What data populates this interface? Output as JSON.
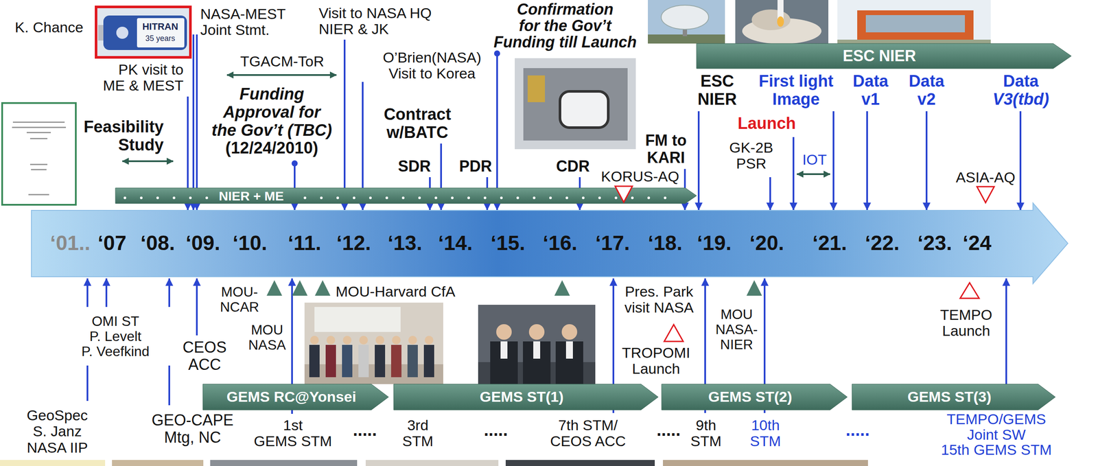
{
  "diagram": {
    "nodes": [
      {
        "text": [
          "ESC NIER"
        ]
      },
      {
        "text": [
          "NIER + ME"
        ]
      },
      {
        "text": [
          "‘01..",
          "‘07",
          "‘08.",
          "‘09.",
          "‘10.",
          "‘11.",
          "‘12.",
          "‘13.",
          "‘14.",
          "‘15.",
          "‘16.",
          "‘17.",
          "‘18.",
          "‘19.",
          "‘20.",
          "‘21.",
          "‘22.",
          "‘23.",
          "‘24"
        ]
      },
      {
        "text": [
          "GEMS RC@Yonsei"
        ]
      },
      {
        "text": [
          "GEMS ST(1)"
        ]
      },
      {
        "text": [
          "GEMS ST(2)"
        ]
      },
      {
        "text": [
          "GEMS ST(3)"
        ]
      }
    ],
    "labels": [
      "K. Chance",
      "HITRAN",
      "35 years",
      "NASA-MEST Joint Stmt.",
      "Visit to NASA HQ NIER & JK",
      "Confirmation for the Gov’t Funding till Launch",
      "PK visit to ME & MEST",
      "TGACM-ToR",
      "O’Brien(NASA) Visit to Korea",
      "Funding Approval for the Gov’t (TBC) (12/24/2010)",
      "ESC NIER",
      "First light Image",
      "Data v1",
      "Data v2",
      "Data V3(tbd)",
      "Contract w/BATC",
      "Launch",
      "Feasibility Study",
      "FM to KARI",
      "GK-2B PSR",
      "IOT",
      "SDR",
      "PDR",
      "CDR",
      "KORUS-AQ",
      "ASIA-AQ",
      "MOU-NCAR",
      "MOU-Harvard CfA",
      "Pres. Park visit NASA",
      "TEMPO Launch",
      "MOU NASA-NIER",
      "OMI ST P. Levelt P. Veefkind",
      "MOU NASA",
      "CEOS ACC",
      "TROPOMI Launch",
      "GeoSpec S. Janz NASA IIP",
      "GEO-CAPE Mtg, NC",
      "1st GEMS STM",
      ".....",
      "3rd STM",
      ".....",
      "7th STM/ CEOS ACC",
      ".....",
      "9th STM",
      "10th STM",
      ".....",
      "TEMPO/GEMS Joint SW 15th GEMS STM"
    ]
  }
}
